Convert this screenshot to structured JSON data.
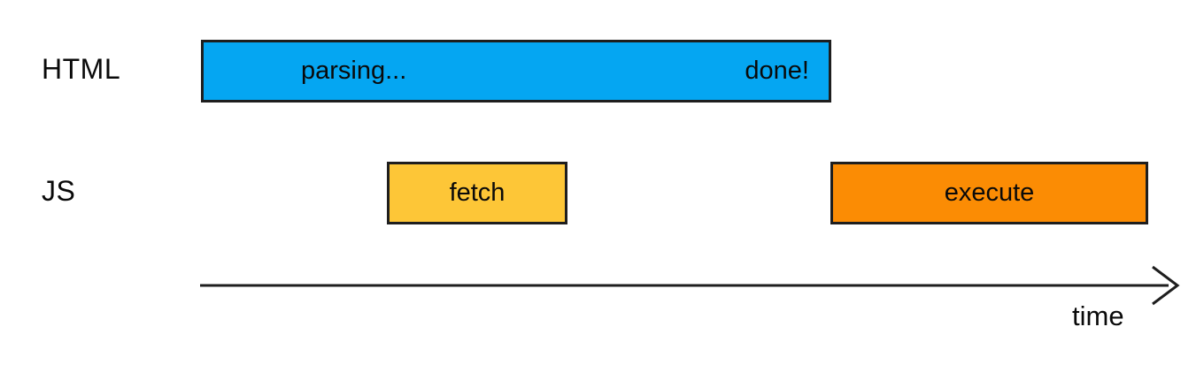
{
  "diagram": {
    "rows": [
      {
        "label": "HTML",
        "bars": [
          {
            "segments": [
              "parsing...",
              "done!"
            ],
            "color": "#05a6f2"
          }
        ]
      },
      {
        "label": "JS",
        "bars": [
          {
            "segments": [
              "fetch"
            ],
            "color": "#fdc637"
          },
          {
            "segments": [
              "execute"
            ],
            "color": "#fb8c04"
          }
        ]
      }
    ],
    "axis": {
      "label": "time"
    },
    "colors": {
      "outline": "#1e1e1e",
      "text": "#0a0a0a",
      "background": "#ffffff"
    }
  }
}
